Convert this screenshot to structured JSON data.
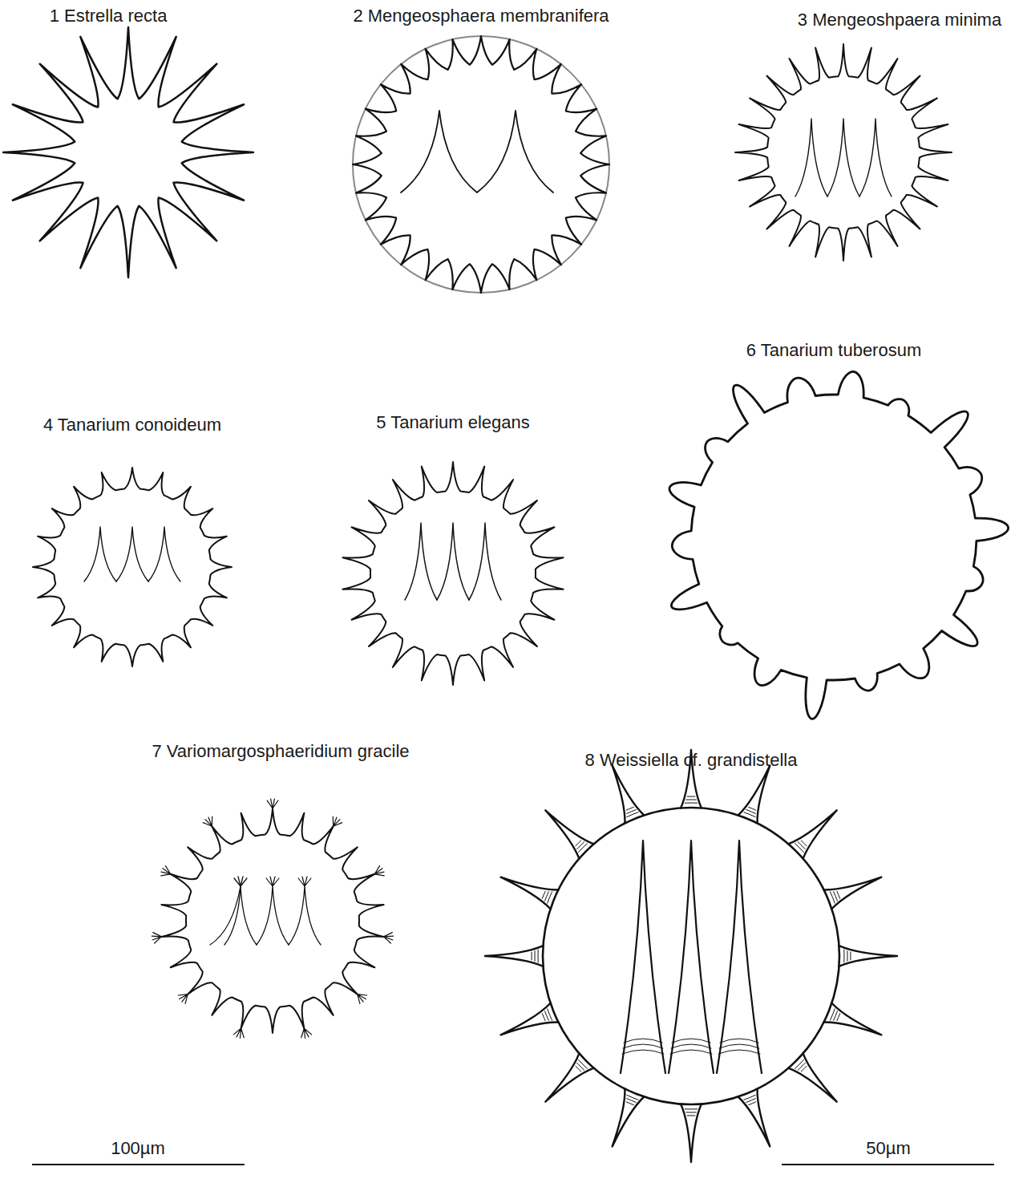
{
  "diagram": {
    "labels": [
      "1 Estrella recta",
      "2 Mengeosphaera membranifera",
      "3 Mengeoshpaera minima",
      "4 Tanarium conoideum",
      "5 Tanarium elegans",
      "6 Tanarium tuberosum",
      "7 Variomargosphaeridium gracile",
      "8 Weissiella cf. grandistella",
      "100µm",
      "50µm"
    ]
  }
}
